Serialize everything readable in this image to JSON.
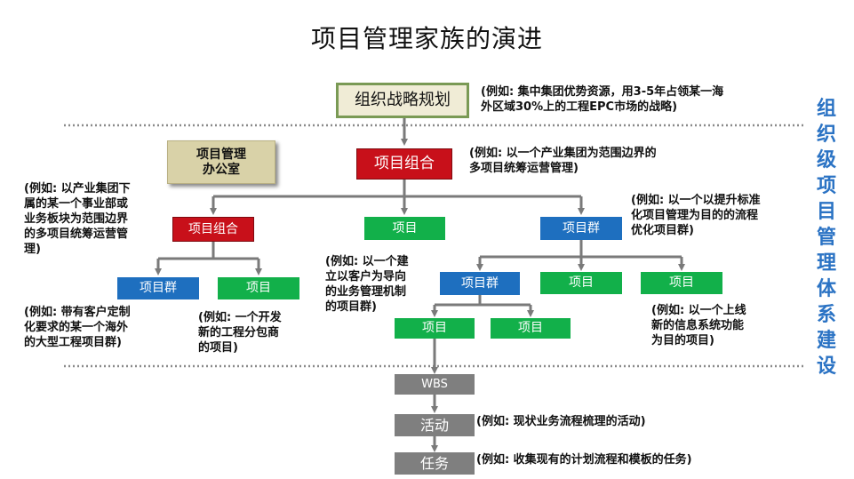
{
  "title": "项目管理家族的演进",
  "side_label": "组织级项目管理体系建设",
  "nodes": {
    "strategy": "组织战略规划",
    "office": "项目管理\n办公室",
    "portfolio_main": "项目组合",
    "portfolio_left": "项目组合",
    "project_mid": "项目",
    "program_right": "项目群",
    "program_left": "项目群",
    "project_left": "项目",
    "program_mid": "项目群",
    "project_r1": "项目",
    "project_r2": "项目",
    "project_m1": "项目",
    "project_m2": "项目",
    "wbs": "WBS",
    "activity": "活动",
    "task": "任务"
  },
  "notes": {
    "strategy": "(例如: 集中集团优势资源，用3-5年占领某一海\n外区域30%上的工程EPC市场的战略)",
    "portfolio_main": "(例如: 以一个产业集团为范围边界的\n多项目统筹运营管理)",
    "portfolio_left": "(例如: 以产业集团下\n属的某一个事业部或\n业务板块为范围边界\n的多项目统筹运营管\n理)",
    "program_right": "(例如: 以一个以提升标准\n化项目管理为目的的流程\n优化项目群)",
    "program_left": "(例如: 带有客户定制\n化要求的某一个海外\n的大型工程项目群)",
    "project_left": "(例如: 一个开发\n新的工程分包商\n的项目)",
    "program_mid": "(例如: 以一个建\n立以客户为导向\n的业务管理机制\n的项目群)",
    "project_r2": "(例如: 以一个上线\n新的信息系统功能\n为目的项目)",
    "activity": "(例如: 现状业务流程梳理的活动)",
    "task": "(例如: 收集现有的计划流程和模板的任务)"
  },
  "colors": {
    "project": "#12b04a",
    "program": "#1e6fbf",
    "portfolio": "#c8101a",
    "work": "#7f7f7f",
    "side_label": "#2b73c4"
  }
}
